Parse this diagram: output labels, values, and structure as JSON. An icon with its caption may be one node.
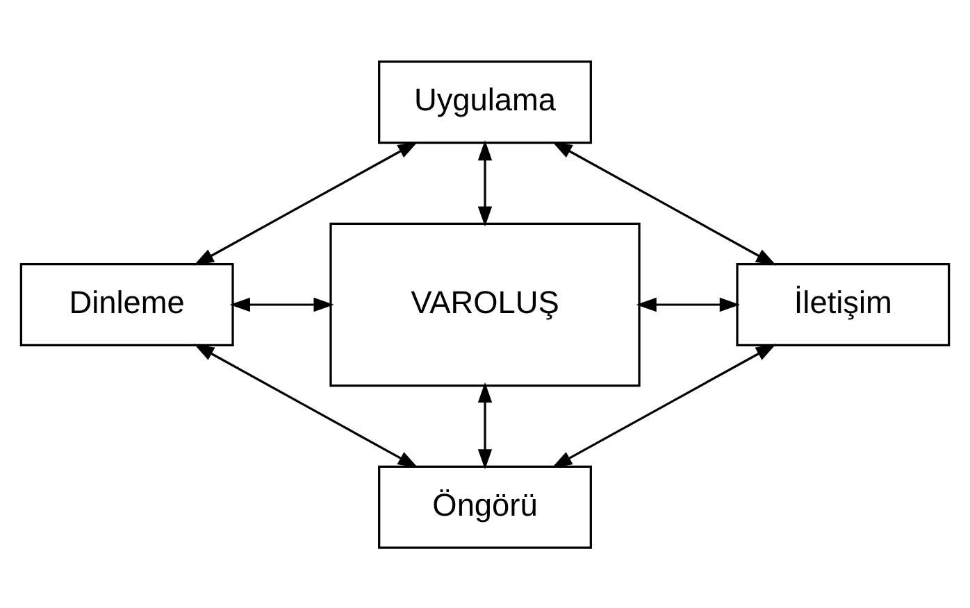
{
  "diagram": {
    "nodes": [
      {
        "text": [
          "Uygulama"
        ]
      },
      {
        "text": [
          "Dinleme"
        ]
      },
      {
        "text": [
          "VAROLUŞ"
        ]
      },
      {
        "text": [
          "İletişim"
        ]
      },
      {
        "text": [
          "Öngörü"
        ]
      }
    ],
    "edges": [
      {
        "from": 0,
        "to": 2,
        "arrow": "both"
      },
      {
        "from": 1,
        "to": 2,
        "arrow": "both"
      },
      {
        "from": 2,
        "to": 3,
        "arrow": "both"
      },
      {
        "from": 2,
        "to": 4,
        "arrow": "both"
      },
      {
        "from": 0,
        "to": 1,
        "arrow": "both"
      },
      {
        "from": 0,
        "to": 3,
        "arrow": "both"
      },
      {
        "from": 1,
        "to": 4,
        "arrow": "both"
      },
      {
        "from": 4,
        "to": 3,
        "arrow": "both"
      }
    ]
  }
}
